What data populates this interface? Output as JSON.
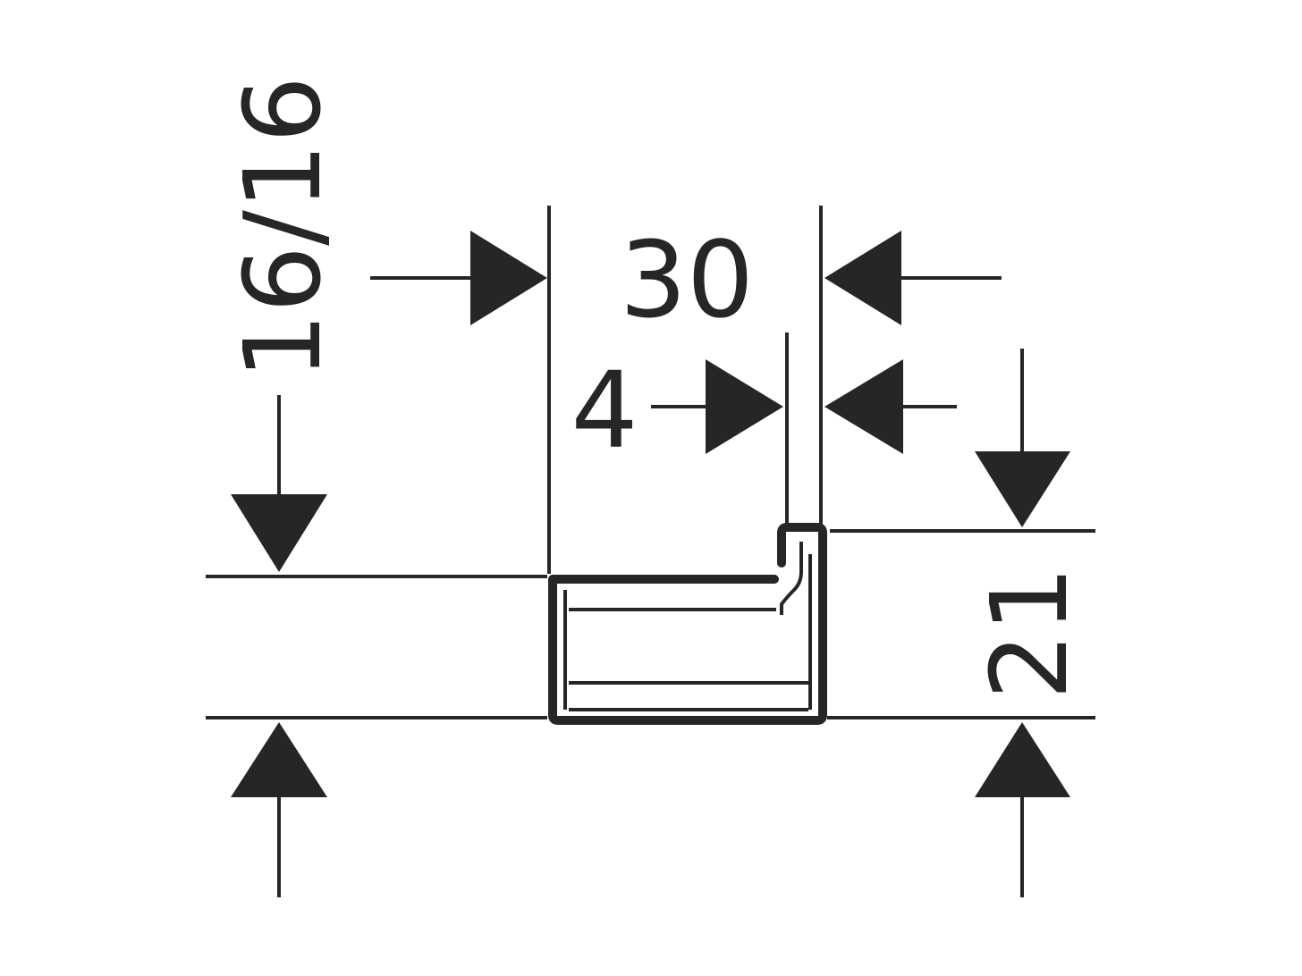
{
  "dimensions": {
    "profile": "16/16",
    "width": "30",
    "hook": "4",
    "height": "21"
  },
  "colors": {
    "line": "#262626",
    "background": "#ffffff"
  }
}
